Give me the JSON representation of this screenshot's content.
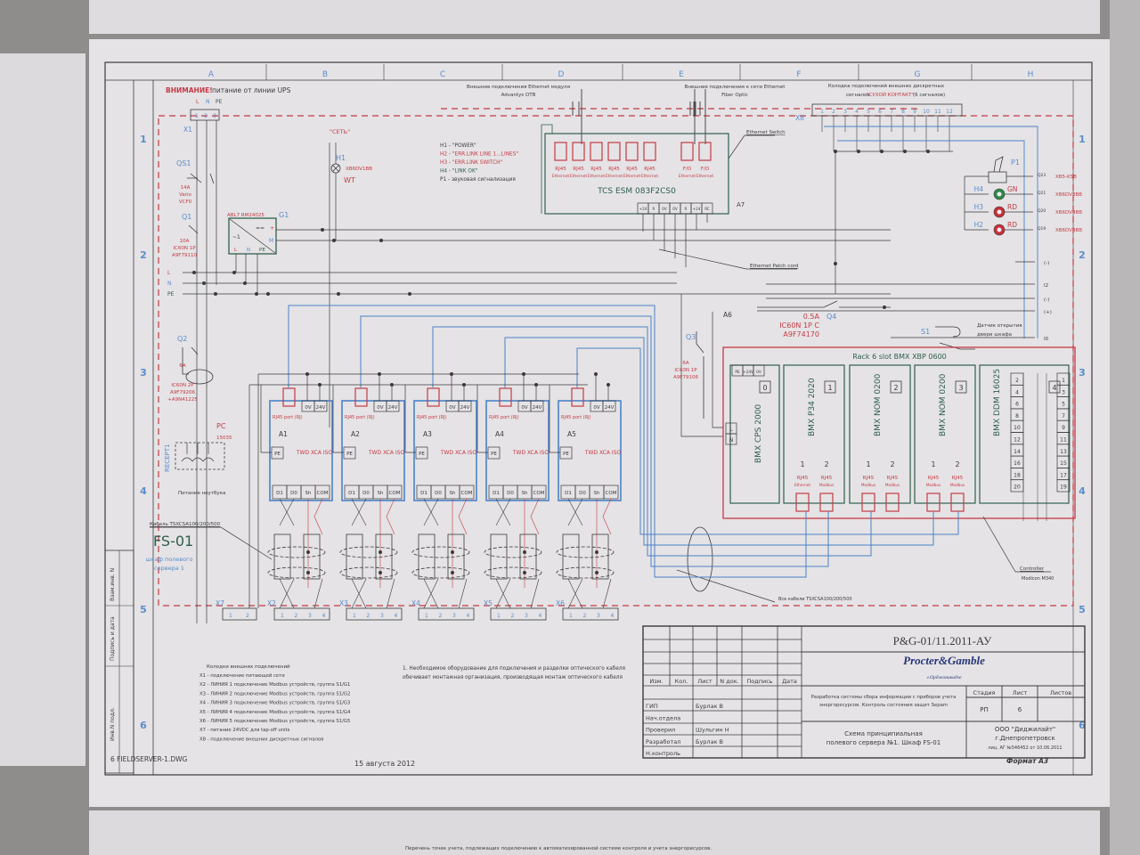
{
  "sheet": {
    "columns": [
      "A",
      "B",
      "C",
      "D",
      "E",
      "F",
      "G",
      "H"
    ],
    "rows": [
      "1",
      "2",
      "3",
      "4",
      "5",
      "6"
    ],
    "file_name": "6 FIELDSERVER-1.DWG",
    "date": "15 августа 2012",
    "format": "Формат А3",
    "side_stamp": [
      "Взам.инв. N",
      "Подпись и дата",
      "Инв.N подл."
    ]
  },
  "power": {
    "warning": "ВНИМАНИЕ!",
    "warning_rest": "питание от линии UPS",
    "phases": [
      "L",
      "N",
      "PE"
    ],
    "x1": {
      "label": "X1",
      "pins": [
        "1",
        "2",
        "3"
      ]
    },
    "qs1": {
      "label": "QS1",
      "spec": [
        "14A",
        "Vario",
        "VCF0"
      ]
    },
    "q1": {
      "label": "Q1",
      "spec": [
        "10A",
        "IC60N 1P",
        "A9F79110"
      ]
    },
    "q2": {
      "label": "Q2",
      "spec": [
        "6A",
        "IC60N 2P",
        "A9F79206",
        "+A9N41225"
      ]
    },
    "pc": {
      "label": "PC",
      "spec": "15035",
      "receptacle": "RECEPT1",
      "caption": "Питание ноутбука"
    },
    "g1": {
      "label": "G1",
      "model": "ABL7 RM24025",
      "pins": [
        "L",
        "N",
        "PE"
      ],
      "out_plus": "+",
      "out_minus": "M",
      "ac": "~1",
      "dc": "=="
    },
    "h1": {
      "label": "H1",
      "caption": "\"СЕТЬ\"",
      "model": "XB6DV1BB",
      "color": "WT"
    }
  },
  "legend": [
    "H1 - \"POWER\"",
    "H2 - \"ERR.LINK LINE 1...LINES\"",
    "H3 - \"ERR.LINK SWITCH\"",
    "H4 - \"LINK OK\"",
    "P1 - звуковая сигнализация"
  ],
  "ethernet_notes": {
    "otb": [
      "Внешние подключения Ethernet модуля",
      "Advantys OTB"
    ],
    "fiber": [
      "Внешние подключения к сети Ethernet",
      "Fiber Optic"
    ]
  },
  "switch": {
    "label": "A7",
    "model": "TCS ESM 083F2CS0",
    "callout": "Ethernet Switch",
    "ports": [
      {
        "type": "RJ45",
        "sub": "Ethernet"
      },
      {
        "type": "RJ45",
        "sub": "Ethernet"
      },
      {
        "type": "RJ45",
        "sub": "Ethernet"
      },
      {
        "type": "RJ45",
        "sub": "Ethernet"
      },
      {
        "type": "RJ45",
        "sub": "Ethernet"
      },
      {
        "type": "RJ45",
        "sub": "Ethernet"
      },
      {
        "type": "F/O",
        "sub": "Ethernet"
      },
      {
        "type": "F/O",
        "sub": "Ethernet"
      }
    ],
    "terminals": [
      "+24",
      "R",
      "0V",
      "0V",
      "R",
      "+24",
      "RC"
    ],
    "patch_cord": "Ethernet Patch cord",
    "a6": "A6"
  },
  "x8": {
    "label": "X8",
    "title": [
      "Колодка подключений внешних дискретных",
      "сигналов"
    ],
    "dry_contact": "\"СУХОЙ КОНТАКТ\"",
    "count": "(6 сигналов)",
    "pins": [
      "1",
      "2",
      "3",
      "4",
      "5",
      "6",
      "7",
      "8",
      "9",
      "10",
      "11",
      "12"
    ]
  },
  "indicators": [
    {
      "label": "P1",
      "color_code": "",
      "model": "XB5-KSB",
      "q": "Q23"
    },
    {
      "label": "H4",
      "color_code": "GN",
      "model": "XB6DV3BB",
      "q": "Q21",
      "hex": "#2e8a4a"
    },
    {
      "label": "H3",
      "color_code": "RD",
      "model": "XB6DV4BB",
      "q": "Q20",
      "hex": "#c8303a"
    },
    {
      "label": "H2",
      "color_code": "RD",
      "model": "XB6DV4BB",
      "q": "Q19",
      "hex": "#c8303a"
    }
  ],
  "rack_signals": [
    "(-)",
    "I2",
    "(-)",
    "(+)",
    "I0"
  ],
  "q3": {
    "label": "Q3",
    "spec": [
      "6A",
      "IC60N 1P",
      "A9F79106"
    ]
  },
  "q4": {
    "label": "Q4",
    "spec": [
      "0.5A",
      "IC60N 1P C",
      "A9F74170"
    ]
  },
  "s1": {
    "label": "S1",
    "caption": [
      "Датчик открытия",
      "двери шкафа"
    ]
  },
  "rack": {
    "title": "Rack 6 slot BMX XBP 0600",
    "controller": "Controller",
    "controller_model": "Modicon M340",
    "all_cables": "Все кабели TSXCSA100/200/500",
    "modules": [
      {
        "slot": "0",
        "name": "BMX CPS 2000",
        "terminals": [
          "PE",
          "+24V",
          "0V"
        ],
        "inputs": [
          "L",
          "N"
        ]
      },
      {
        "slot": "1",
        "name": "BMX P34 2020",
        "ports": [
          {
            "num": "1",
            "type": "RJ45",
            "sub": "Ethernet"
          },
          {
            "num": "2",
            "type": "RJ45",
            "sub": "Modbus"
          }
        ]
      },
      {
        "slot": "2",
        "name": "BMX NOM 0200",
        "ports": [
          {
            "num": "1",
            "type": "RJ45",
            "sub": "Modbus"
          },
          {
            "num": "2",
            "type": "RJ45",
            "sub": "Modbus"
          }
        ]
      },
      {
        "slot": "3",
        "name": "BMX NOM 0200",
        "ports": [
          {
            "num": "1",
            "type": "RJ45",
            "sub": "Modbus"
          },
          {
            "num": "2",
            "type": "RJ45",
            "sub": "Modbus"
          }
        ]
      },
      {
        "slot": "4",
        "name": "BMX DDM 16025",
        "even": [
          "2",
          "4",
          "6",
          "8",
          "10",
          "12",
          "14",
          "16",
          "18",
          "20"
        ],
        "odd": [
          "1",
          "3",
          "5",
          "7",
          "9",
          "11",
          "13",
          "15",
          "17",
          "19"
        ]
      }
    ]
  },
  "modbus_modules": [
    {
      "label": "A1",
      "model": "TWD XCA ISO",
      "port": "RJ45 port (RJ)",
      "terminals": [
        "0V",
        "24V"
      ],
      "pe": "PE",
      "bus": [
        "D1",
        "D0",
        "Sh",
        "COM"
      ]
    },
    {
      "label": "A2",
      "model": "TWD XCA ISO",
      "port": "RJ45 port (RJ)",
      "terminals": [
        "0V",
        "24V"
      ],
      "pe": "PE",
      "bus": [
        "D1",
        "D0",
        "Sh",
        "COM"
      ]
    },
    {
      "label": "A3",
      "model": "TWD XCA ISO",
      "port": "RJ45 port (RJ)",
      "terminals": [
        "0V",
        "24V"
      ],
      "pe": "PE",
      "bus": [
        "D1",
        "D0",
        "Sh",
        "COM"
      ]
    },
    {
      "label": "A4",
      "model": "TWD XCA ISO",
      "port": "RJ45 port (RJ)",
      "terminals": [
        "0V",
        "24V"
      ],
      "pe": "PE",
      "bus": [
        "D1",
        "D0",
        "Sh",
        "COM"
      ]
    },
    {
      "label": "A5",
      "model": "TWD XCA ISO",
      "port": "RJ45 port (RJ)",
      "terminals": [
        "0V",
        "24V"
      ],
      "pe": "PE",
      "bus": [
        "D1",
        "D0",
        "Sh",
        "COM"
      ]
    }
  ],
  "cable_callout": "Кабель TSXCSA100/200/500",
  "cabinet": {
    "id": "FS-01",
    "caption": [
      "шкаф полевого",
      "сервера 1"
    ]
  },
  "terminal_blocks": [
    {
      "label": "X7",
      "pins": [
        "1",
        "2"
      ]
    },
    {
      "label": "X2",
      "pins": [
        "1",
        "2",
        "3",
        "4"
      ]
    },
    {
      "label": "X3",
      "pins": [
        "1",
        "2",
        "3",
        "4"
      ]
    },
    {
      "label": "X4",
      "pins": [
        "1",
        "2",
        "3",
        "4"
      ]
    },
    {
      "label": "X5",
      "pins": [
        "1",
        "2",
        "3",
        "4"
      ]
    },
    {
      "label": "X6",
      "pins": [
        "1",
        "2",
        "3",
        "4"
      ]
    }
  ],
  "notes": {
    "title": "Колодки внешних подключений",
    "items": [
      "X1 - подключение питающей сети",
      "X2 - ЛИНИЯ 1 подключение Modbus устройств, группа  S1/G1",
      "X3 - ЛИНИЯ 2 подключение Modbus устройств, группа  S1/G2",
      "X4 - ЛИНИЯ 3 подключение Modbus устройств, группа  S1/G3",
      "X5 - ЛИНИЯ 4 подключение Modbus устройств, группа  S1/G4",
      "X6 - ЛИНИЯ 5 подключение Modbus устройств, группа  S1/G5",
      "X7 - питание 24VDC для tap-off units",
      "X8 - подключение внешних дискретных сигналов"
    ],
    "note1": [
      "1. Необходимое оборудование для подключения и разделки оптического кабеля",
      "обечивает монтажная организация, производящая монтаж оптического кабеля"
    ]
  },
  "title_block": {
    "code": "P&G-01/11.2011-АУ",
    "company": "Procter&Gamble",
    "city": "г.Орджоникидзе",
    "headers": [
      "Изм.",
      "Кол.",
      "Лист",
      "N док.",
      "Подпись",
      "Дата"
    ],
    "roles": [
      {
        "role": "ГИП",
        "name": "Бурлак В"
      },
      {
        "role": "Нач.отдела",
        "name": ""
      },
      {
        "role": "Проверил",
        "name": "Шульгин Н"
      },
      {
        "role": "Разработал",
        "name": "Бурлак В"
      },
      {
        "role": "Н.контроль",
        "name": ""
      }
    ],
    "project": [
      "Разработка системы сбора информации с приборов учета",
      "энергоресурсов. Контроль состояния защит Sepam"
    ],
    "stage_headers": [
      "Стадия",
      "Лист",
      "Листов"
    ],
    "stage": "РП",
    "sheet_no": "6",
    "sheets_total": "",
    "scheme": [
      "Схема принципиальная",
      "полевого сервера №1. Шкаф FS-01"
    ],
    "contractor": [
      "ООО \"Диджилайт\"",
      "г.Днепропетровск",
      "лиц. АГ №546452 от 10.06.2011"
    ]
  },
  "next_sheet_caption": "Перечень точек учета, подлежащих подключению к автоматизированной системе контроля и учета энергоресурсов."
}
